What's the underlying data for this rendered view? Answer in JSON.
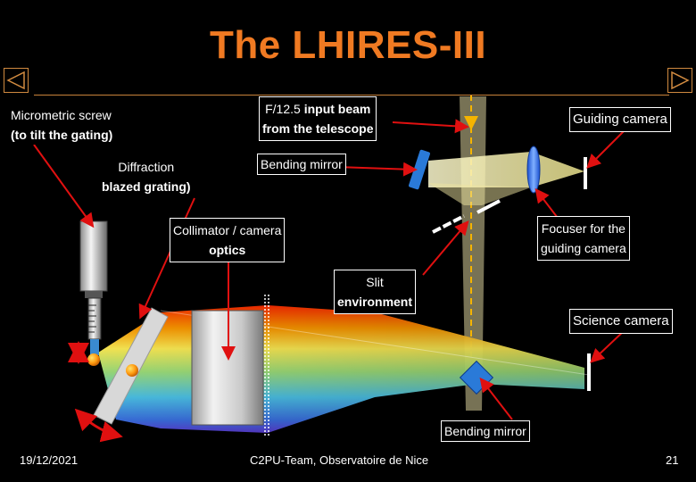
{
  "title": "The LHIRES-III",
  "labels": {
    "micrometric_l1": "Micrometric screw",
    "micrometric_l2": "(to tilt the gating)",
    "input_beam_l1": "F/12.5",
    "input_beam_l1b": "input beam",
    "input_beam_l2": "from the telescope",
    "guiding_camera": "Guiding camera",
    "diffraction_l1": "Diffraction",
    "diffraction_l2": "blazed grating)",
    "bending_mirror_top": "Bending mirror",
    "collimator_l1": "Collimator / camera",
    "collimator_l2": "optics",
    "focuser_l1": "Focuser for the",
    "focuser_l2": "guiding camera",
    "slit_l1": "Slit",
    "slit_l2": "environment",
    "science_camera": "Science camera",
    "bending_mirror_bottom": "Bending mirror"
  },
  "footer": {
    "date": "19/12/2021",
    "team": "C2PU-Team, Observatoire de Nice",
    "page": "21"
  },
  "colors": {
    "title": "#f07a22",
    "arrow": "#e01010",
    "rule": "#c8823a"
  }
}
